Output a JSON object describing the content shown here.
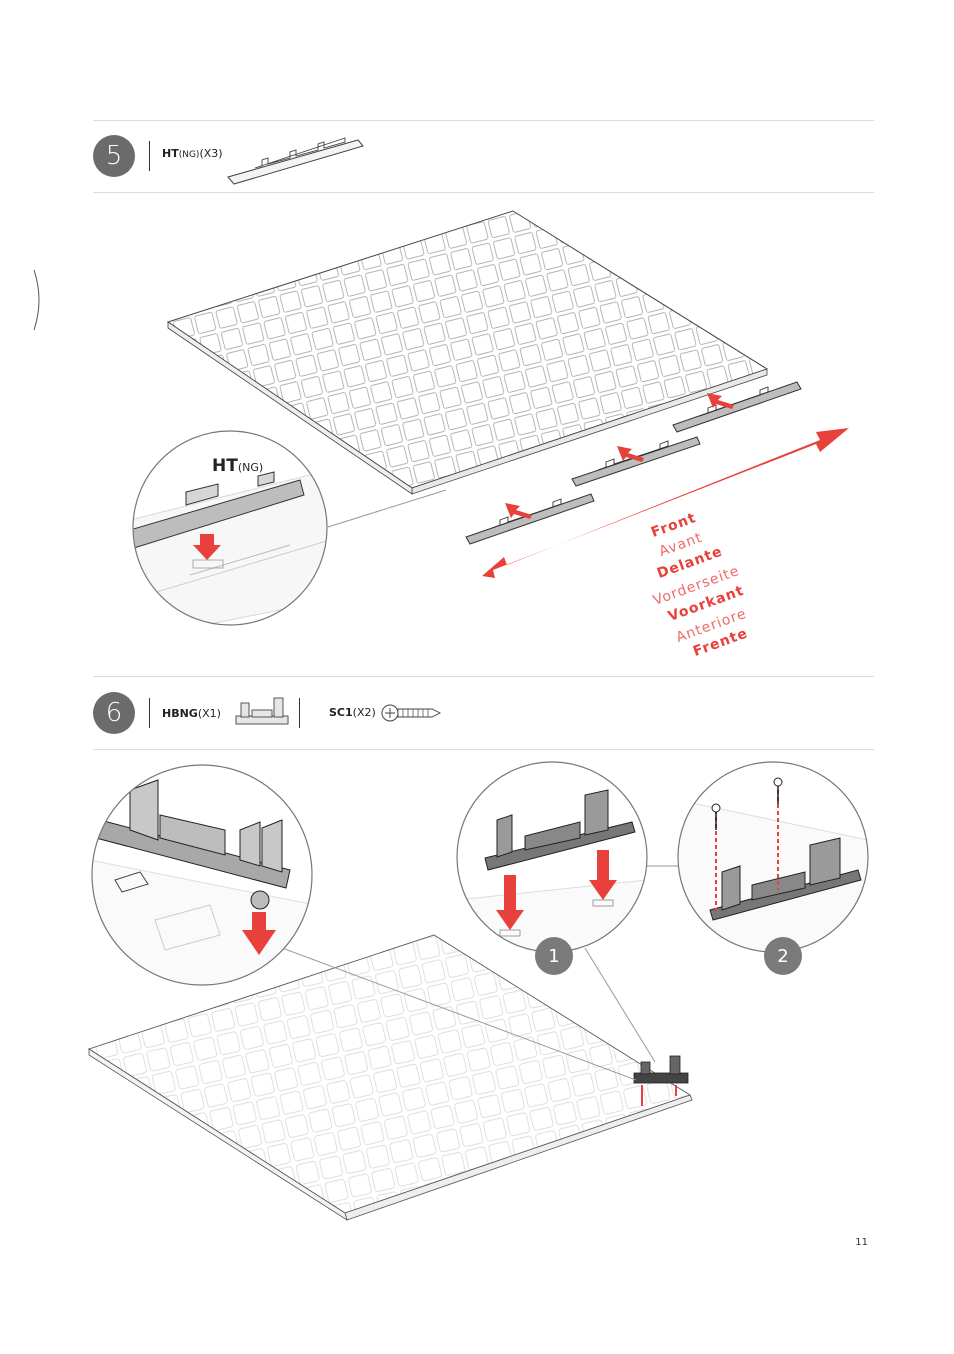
{
  "page_number": "11",
  "accent_color": "#e8403a",
  "step5": {
    "number": "5",
    "part_code": "HT",
    "part_variant": "(NG)",
    "part_qty": "(X3)",
    "callout_code": "HT",
    "callout_variant": "(NG)",
    "direction_words": [
      {
        "text": "Front",
        "style": "bold"
      },
      {
        "text": "Avant",
        "style": "light"
      },
      {
        "text": "Delante",
        "style": "bold"
      },
      {
        "text": "Vorderseite",
        "style": "light"
      },
      {
        "text": "Voorkant",
        "style": "bold"
      },
      {
        "text": "Anteriore",
        "style": "light"
      },
      {
        "text": "Frente",
        "style": "bold"
      }
    ]
  },
  "step6": {
    "number": "6",
    "part1_code": "HBNG",
    "part1_qty": "(X1)",
    "part2_code": "SC1",
    "part2_qty": "(X2)",
    "sub_step_1": "1",
    "sub_step_2": "2"
  },
  "icons": [
    "ht-rail-icon",
    "hbng-bracket-icon",
    "screw-icon",
    "arrow-icon"
  ]
}
